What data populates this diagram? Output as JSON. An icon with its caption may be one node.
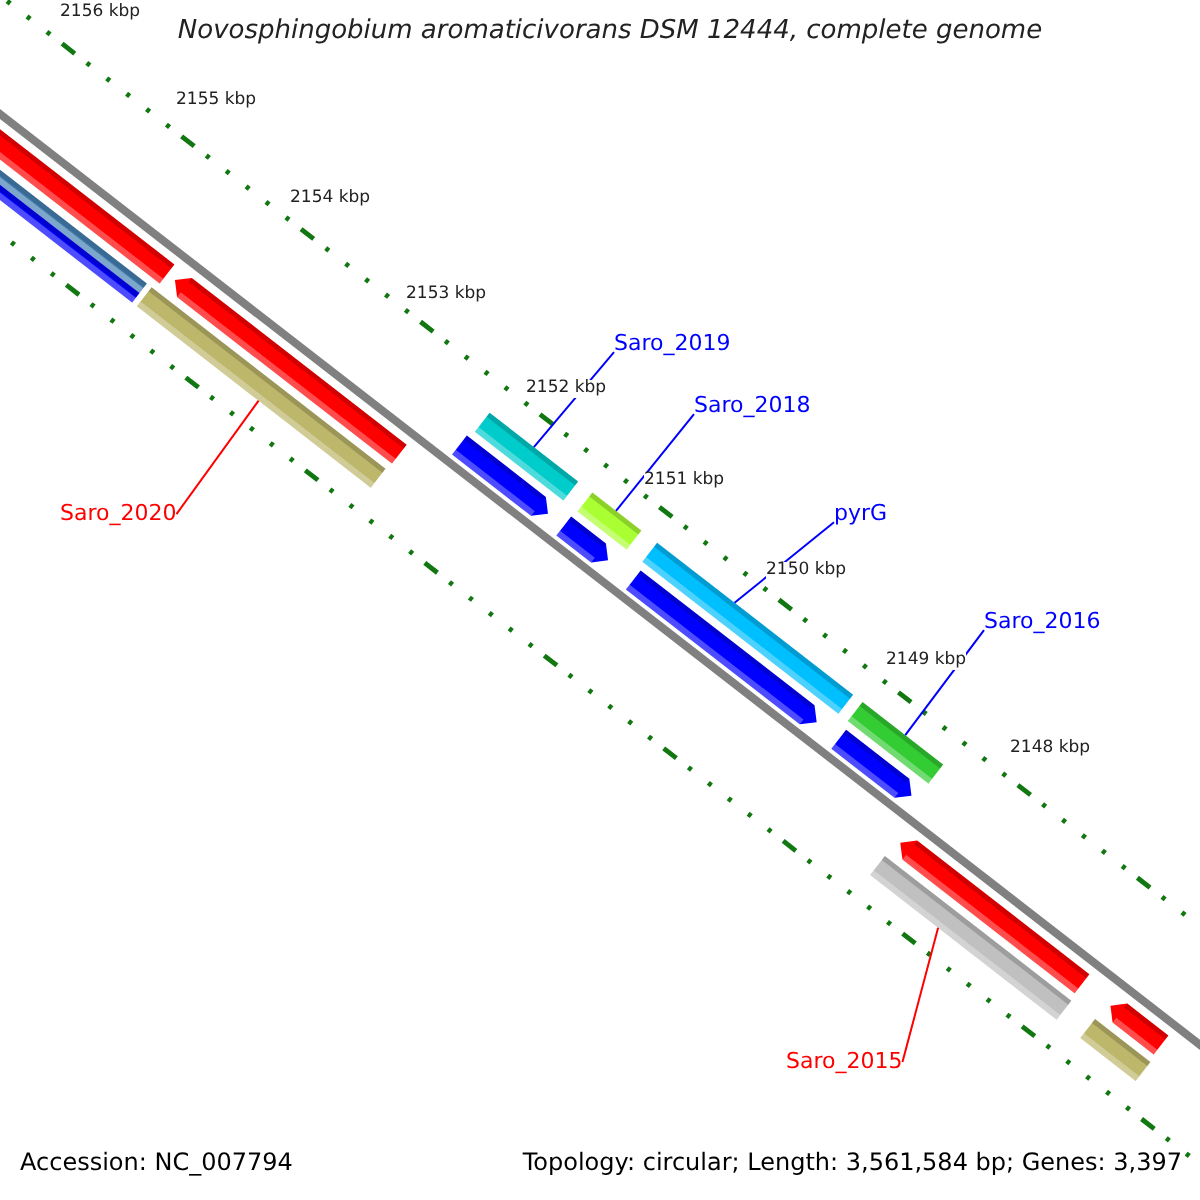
{
  "diagram": {
    "title": "Novosphingobium aromaticivorans DSM 12444, complete genome",
    "nodes": [
      {
        "text": [
          "Saro_2019"
        ]
      },
      {
        "text": [
          "Saro_2018"
        ]
      },
      {
        "text": [
          "Saro_2020"
        ]
      },
      {
        "text": [
          "pyrG"
        ]
      },
      {
        "text": [
          "Saro_2016"
        ]
      },
      {
        "text": [
          "Saro_2015"
        ]
      },
      {
        "text": [],
        "shape": "bar"
      },
      {
        "text": [],
        "shape": "bar"
      },
      {
        "text": [],
        "shape": "bar"
      },
      {
        "text": [],
        "shape": "bar"
      },
      {
        "text": [],
        "shape": "bar"
      },
      {
        "text": [],
        "shape": "bar"
      }
    ],
    "edges": [
      {
        "from": 0,
        "to": 6,
        "arrow": "none"
      },
      {
        "from": 1,
        "to": 7,
        "arrow": "none"
      },
      {
        "from": 2,
        "to": 8,
        "arrow": "none",
        "color": "#ff0000"
      },
      {
        "from": 3,
        "to": 9,
        "arrow": "none"
      },
      {
        "from": 4,
        "to": 10,
        "arrow": "none"
      },
      {
        "from": 5,
        "to": 11,
        "arrow": "none",
        "color": "#ff0000"
      }
    ],
    "labels": [
      "2156 kbp",
      "2155 kbp",
      "2154 kbp",
      "2153 kbp",
      "2152 kbp",
      "2151 kbp",
      "2150 kbp",
      "2149 kbp",
      "2148 kbp",
      "Accession: NC_007794",
      "Topology: circular; Length: 3,561,584 bp; Genes: 3,397"
    ]
  }
}
